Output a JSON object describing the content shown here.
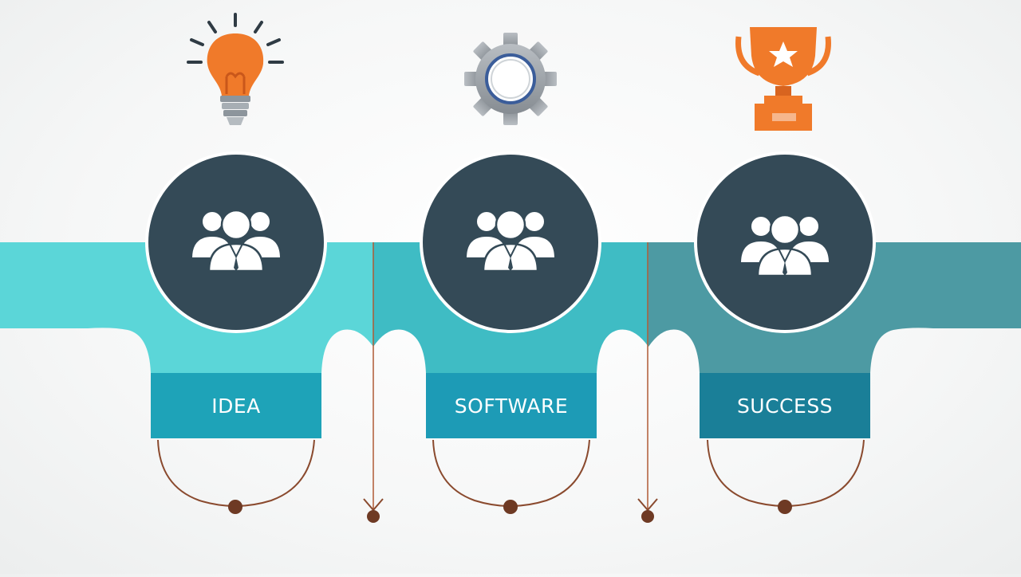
{
  "steps": [
    {
      "label": "IDEA",
      "top_icon": "lightbulb-icon",
      "center_icon": "team-icon"
    },
    {
      "label": "SOFTWARE",
      "top_icon": "gear-icon",
      "center_icon": "team-icon"
    },
    {
      "label": "SUCCESS",
      "top_icon": "trophy-icon",
      "center_icon": "team-icon"
    }
  ],
  "colors": {
    "band_1": "#5bd6d8",
    "band_2": "#3fbcc4",
    "band_3": "#4d9aa3",
    "label_1": "#1ea3b8",
    "label_2": "#1d9bb6",
    "label_3": "#1a7f98",
    "circle": "#344a57",
    "accent_orange": "#f07a2a",
    "connector": "#8a4a2e",
    "gear": "#9aa0a6"
  }
}
